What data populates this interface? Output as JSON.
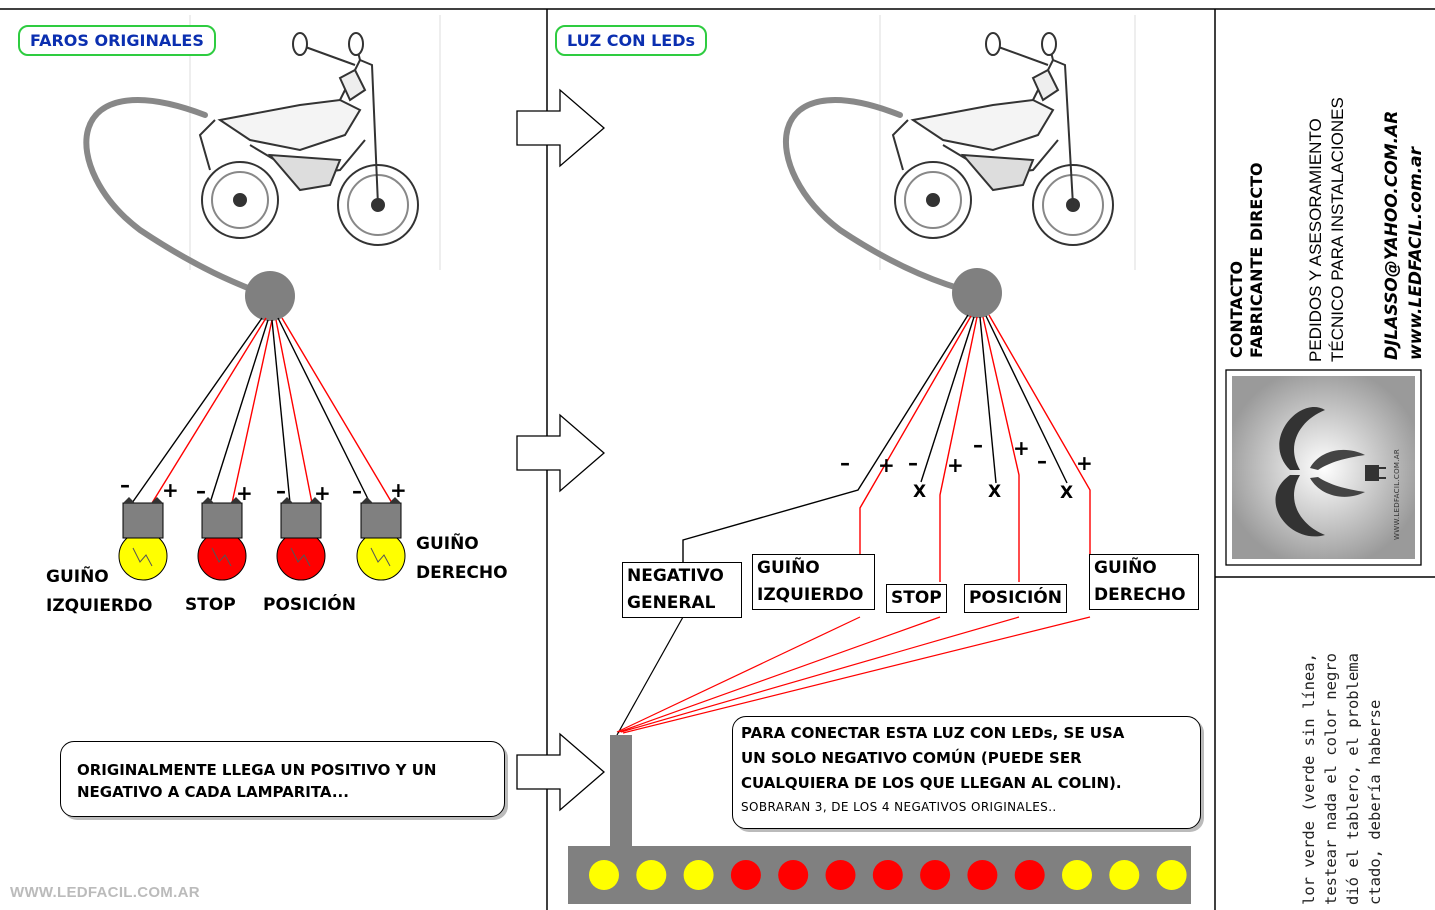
{
  "left_panel": {
    "title": "FAROS ORIGINALES",
    "bulbs": [
      {
        "label_lines": [
          "GUIÑO",
          "IZQUIERDO"
        ],
        "color": "#ffff00"
      },
      {
        "label_lines": [
          "STOP"
        ],
        "color": "#ff0000"
      },
      {
        "label_lines": [
          "POSICIÓN"
        ],
        "color": "#ff0000"
      },
      {
        "label_lines": [
          "GUIÑO",
          "DERECHO"
        ],
        "color": "#ffff00"
      }
    ],
    "note": [
      "ORIGINALMENTE LLEGA UN POSITIVO Y UN",
      "NEGATIVO A CADA LAMPARITA..."
    ],
    "footer": "WWW.LEDFACIL.COM.AR"
  },
  "right_panel": {
    "title": "LUZ CON LEDs",
    "wire_labels": {
      "negativo": [
        "NEGATIVO",
        "GENERAL"
      ],
      "guino_izq": [
        "GUIÑO",
        "IZQUIERDO"
      ],
      "stop": "STOP",
      "posicion": "POSICIÓN",
      "guino_der": [
        "GUIÑO",
        "DERECHO"
      ]
    },
    "note": [
      "PARA CONECTAR ESTA LUZ CON LEDs, SE USA",
      "UN SOLO NEGATIVO COMÚN (PUEDE SER",
      "CUALQUIERA DE LOS QUE LLEGAN AL COLIN).",
      "SOBRARAN 3, DE LOS 4 NEGATIVOS ORIGINALES.."
    ],
    "led_colors": [
      "#ffff00",
      "#ffff00",
      "#ffff00",
      "#ff0000",
      "#ff0000",
      "#ff0000",
      "#ff0000",
      "#ff0000",
      "#ff0000",
      "#ff0000",
      "#ffff00",
      "#ffff00",
      "#ffff00"
    ]
  },
  "symbols": {
    "minus": "–",
    "plus": "+",
    "cut": "X"
  },
  "sidebar": {
    "contacto": "CONTACTO",
    "fabricante": "FABRICANTE DIRECTO",
    "pedidos": "PEDIDOS Y ASESORAMIENTO",
    "tecnico": "TÉCNICO PARA INSTALACIONES",
    "email": "DJLASSO@YAHOO.COM.AR",
    "web": "www.LEDFACIL.com.ar",
    "logo_text": "WWW.LEDFACIL.COM.AR",
    "cut_text": [
      "lor verde (verde sin línea,",
      "testear nada el color negro",
      "dió el tablero, el problema",
      "ctado, debería haberse"
    ]
  },
  "colors": {
    "wire_red": "#ff0000",
    "wire_black": "#000000",
    "hub": "#808080",
    "title_blue": "#0b2fb0",
    "tag_border": "#2ecc40"
  }
}
